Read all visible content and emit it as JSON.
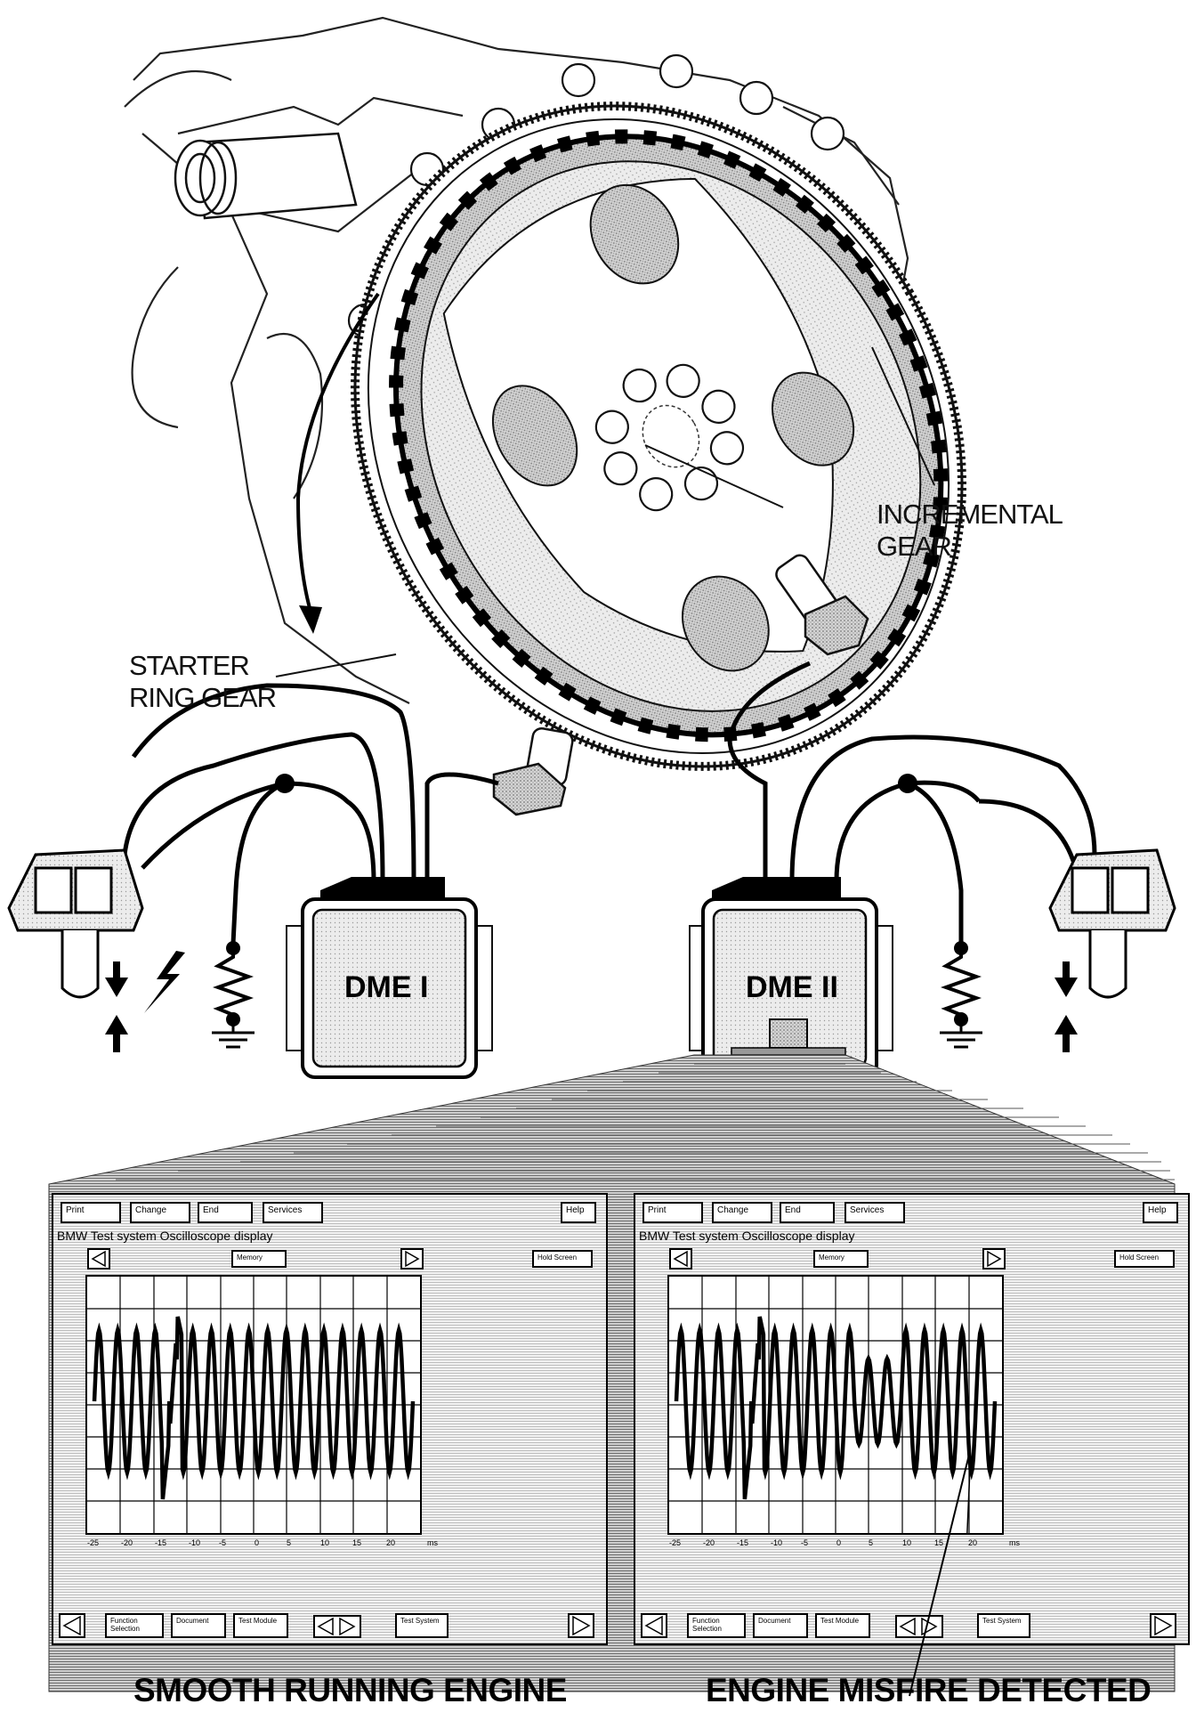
{
  "labels": {
    "incremental_gear": [
      "INCREMENTAL",
      "GEAR"
    ],
    "starter_ring_gear": [
      "STARTER",
      "RING GEAR"
    ],
    "dme1": "DME I",
    "dme2": "DME II"
  },
  "captions": {
    "left": "SMOOTH RUNNING ENGINE",
    "right": "ENGINE MISFIRE DETECTED"
  },
  "scope_ui": {
    "top_buttons": [
      "Print",
      "Change",
      "End",
      "Services"
    ],
    "help": "Help",
    "title": "BMW  Test system  Oscilloscope display",
    "memory": "Memory",
    "hold_screen": "Hold Screen",
    "bottom_buttons": [
      "Function Selection",
      "Document",
      "Test Module"
    ],
    "test_system": "Test System",
    "units": "ms",
    "ticks": [
      "-25",
      "-20",
      "-15",
      "-10",
      "-5",
      "0",
      "5",
      "10",
      "15",
      "20"
    ]
  },
  "icons": [
    "rotation-arrow-icon",
    "ground-symbol-icon",
    "resistor-icon",
    "spark-bolt-icon",
    "up-arrow-icon",
    "down-arrow-icon",
    "left-arrow-icon",
    "right-arrow-icon"
  ]
}
